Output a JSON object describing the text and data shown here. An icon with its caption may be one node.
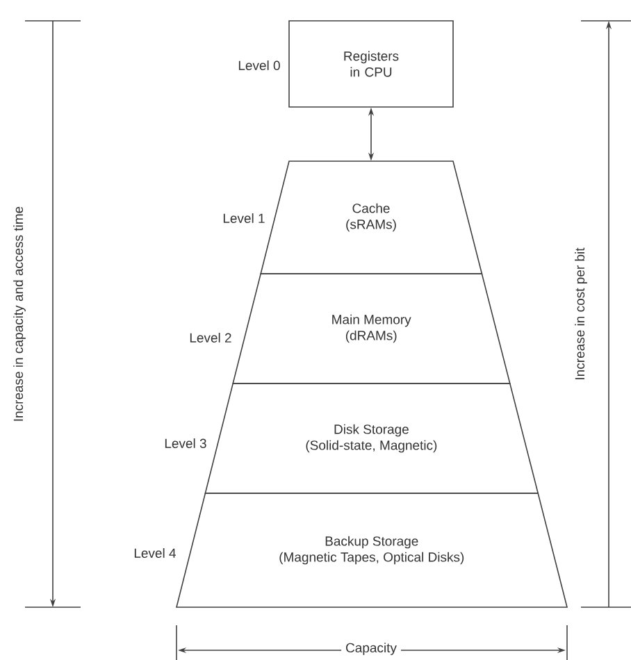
{
  "diagram": {
    "nodes": [
      {
        "text": [
          "Registers in CPU"
        ],
        "beside": [
          "Level 0"
        ]
      },
      {
        "text": [
          "Cache",
          "(sRAMs)"
        ],
        "beside": [
          "Level 1"
        ]
      },
      {
        "text": [
          "Main Memory",
          "(dRAMs)"
        ],
        "beside": [
          "Level 2"
        ]
      },
      {
        "text": [
          "Disk Storage",
          "(Solid-state, Magnetic)"
        ],
        "beside": [
          "Level 3"
        ]
      },
      {
        "text": [
          "Backup Storage",
          "(Magnetic Tapes, Optical Disks)"
        ],
        "beside": [
          "Level 4"
        ]
      }
    ],
    "edges": [
      {
        "from": 0,
        "to": 1,
        "arrow": "both"
      }
    ],
    "labels": [
      "Increase in capacity and access time",
      "Increase in cost per bit",
      "Capacity"
    ]
  }
}
